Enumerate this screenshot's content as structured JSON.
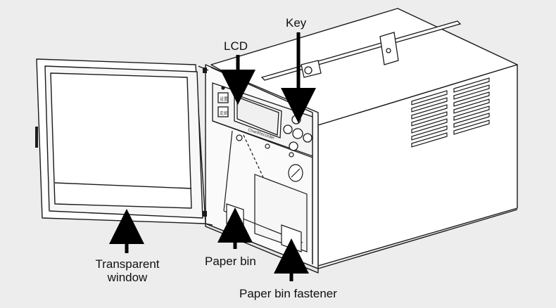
{
  "labels": {
    "lcd": "LCD",
    "key": "Key",
    "window_line1": "Transparent",
    "window_line2": "window",
    "paper_bin": "Paper bin",
    "paper_bin_fastener": "Paper bin fastener"
  },
  "panel": {
    "brand": "ChartRecorder",
    "btn_top": "设置",
    "btn_bottom": "走纸"
  },
  "colors": {
    "background": "#ededed",
    "line": "#1a1a1a",
    "body_fill": "#ffffff",
    "arrow": "#000000"
  }
}
